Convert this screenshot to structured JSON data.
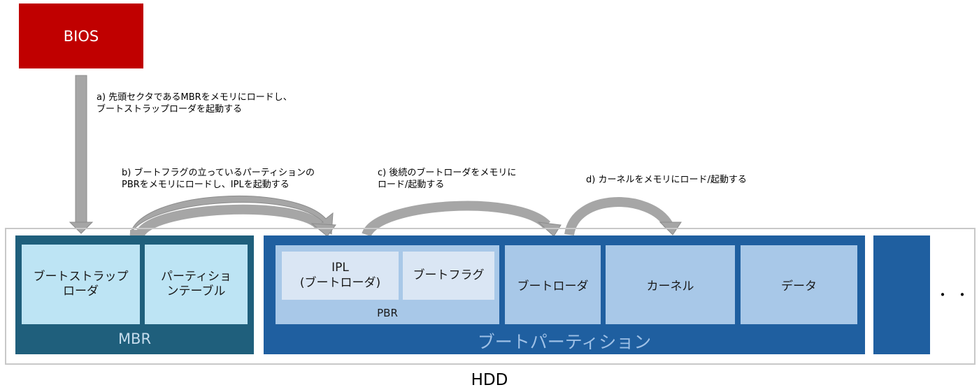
{
  "bios": {
    "label": "BIOS"
  },
  "hdd": {
    "label": "HDD",
    "ellipsis": "・・"
  },
  "mbr": {
    "label": "MBR",
    "bootstrap_loader": "ブートストラップ\nローダ",
    "partition_table": "パーティショ\nンテーブル"
  },
  "boot_partition": {
    "label": "ブートパーティション",
    "pbr": {
      "label": "PBR",
      "ipl": "IPL\n(ブートローダ)",
      "boot_flag": "ブートフラグ"
    },
    "boot_loader": "ブートローダ",
    "kernel": "カーネル",
    "data": "データ"
  },
  "steps": {
    "a": "a) 先頭セクタであるMBRをメモリにロードし、\n    ブートストラップローダを起動する",
    "b": "b) ブートフラグの立っているパーティションの\n    PBRをメモリにロードし、IPLを起動する",
    "c": "c) 後続のブートローダをメモリに\n    ロード/起動する",
    "d": "d) カーネルをメモリにロード/起動する"
  },
  "colors": {
    "bios": "#c00000",
    "mbr": "#1f5f7c",
    "boot_partition": "#1f5fa0",
    "light_cell": "#bde4f4",
    "mid_cell": "#a8c8e8",
    "pale_cell": "#dae6f4",
    "arrow": "#a6a6a6"
  }
}
